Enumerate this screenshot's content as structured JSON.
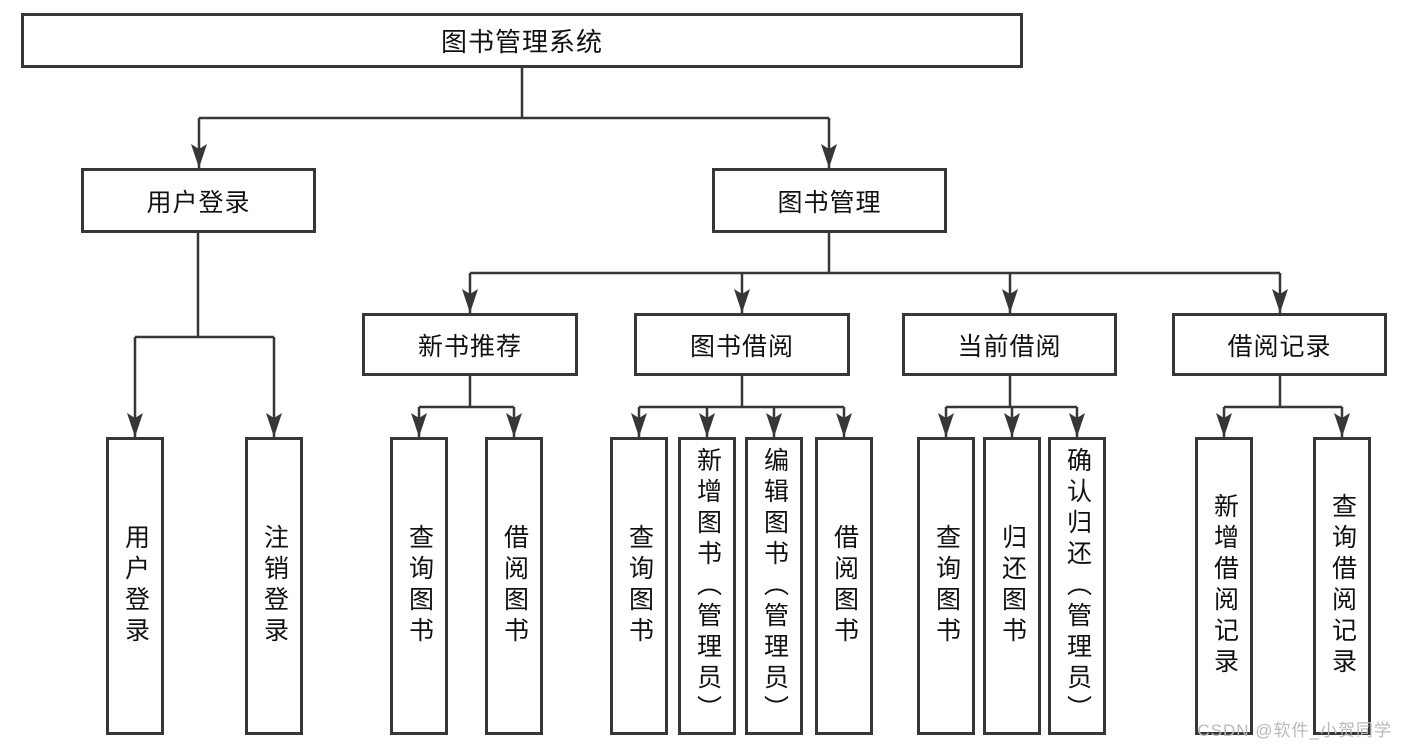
{
  "diagram": {
    "root": {
      "label": "图书管理系统"
    },
    "branches": [
      {
        "label": "用户登录"
      },
      {
        "label": "图书管理"
      }
    ],
    "modules": [
      {
        "label": "新书推荐"
      },
      {
        "label": "图书借阅"
      },
      {
        "label": "当前借阅"
      },
      {
        "label": "借阅记录"
      }
    ],
    "leaves": [
      {
        "label": "用户登录"
      },
      {
        "label": "注销登录"
      },
      {
        "label": "查询图书"
      },
      {
        "label": "借阅图书"
      },
      {
        "label": "查询图书"
      },
      {
        "label": "新增图书（管理员）"
      },
      {
        "label": "编辑图书（管理员）"
      },
      {
        "label": "借阅图书"
      },
      {
        "label": "查询图书"
      },
      {
        "label": "归还图书"
      },
      {
        "label": "确认归还（管理员）"
      },
      {
        "label": "新增借阅记录"
      },
      {
        "label": "查询借阅记录"
      }
    ]
  },
  "watermark": {
    "text": "CSDN @软件_小贺同学"
  },
  "colors": {
    "line": "#373737",
    "text": "#111111",
    "watermark": "#b9b9b9",
    "background": "#ffffff"
  }
}
